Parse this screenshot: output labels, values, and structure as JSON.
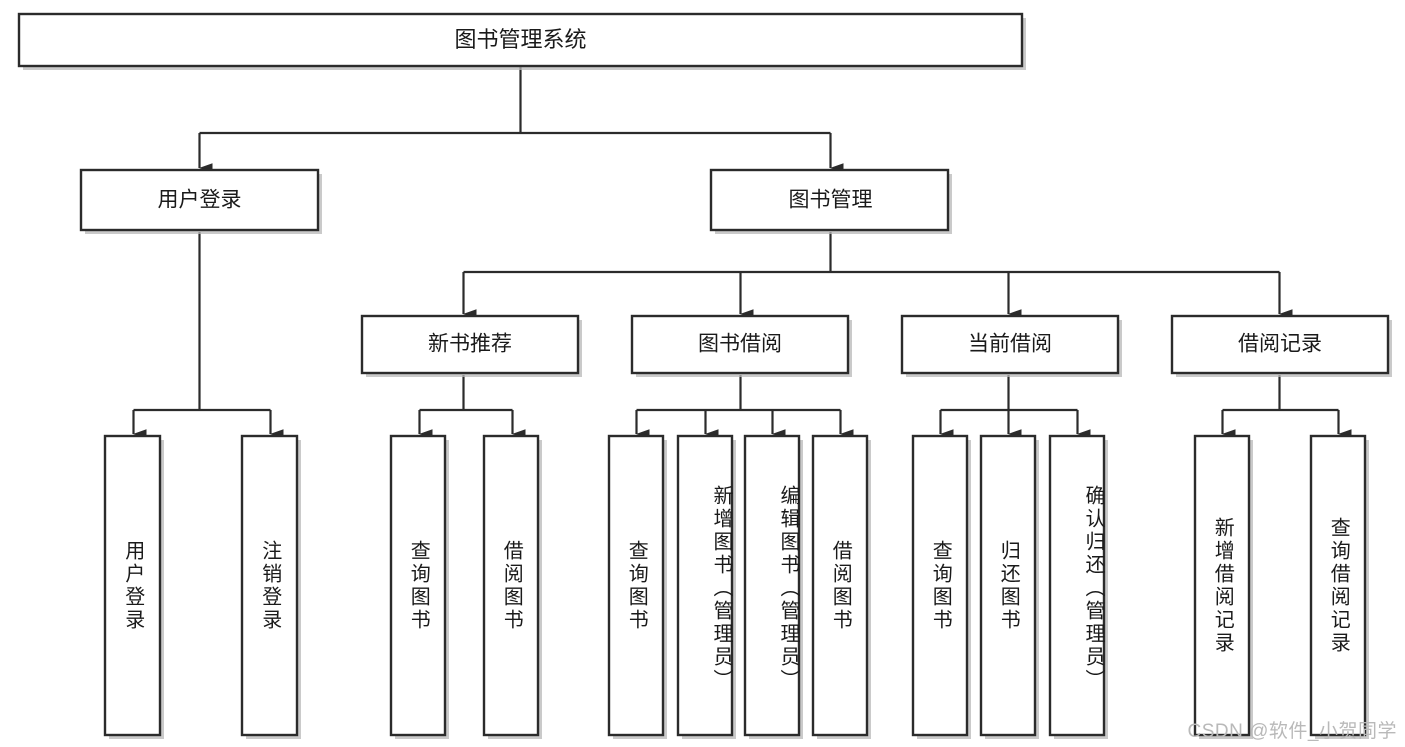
{
  "diagram": {
    "title": "图书管理系统",
    "type": "tree",
    "watermark": "CSDN @软件_小贺同学",
    "colors": {
      "box_stroke": "#2b2b2b",
      "box_fill": "#ffffff",
      "text": "#1a1a1a",
      "background": "#ffffff",
      "watermark": "#b9b9b9"
    },
    "nodes": {
      "root": {
        "label": "图书管理系统"
      },
      "level2": [
        {
          "id": "user-login",
          "label": "用户登录"
        },
        {
          "id": "book-manage",
          "label": "图书管理"
        }
      ],
      "level3": [
        {
          "id": "new-book-recommend",
          "label": "新书推荐"
        },
        {
          "id": "book-borrow",
          "label": "图书借阅"
        },
        {
          "id": "current-borrow",
          "label": "当前借阅"
        },
        {
          "id": "borrow-record",
          "label": "借阅记录"
        }
      ],
      "leaves": {
        "user-login": [
          {
            "id": "leaf-user-login",
            "label": "用户登录"
          },
          {
            "id": "leaf-logout",
            "label": "注销登录"
          }
        ],
        "new-book-recommend": [
          {
            "id": "leaf-query-book-1",
            "label": "查询图书"
          },
          {
            "id": "leaf-borrow-book-1",
            "label": "借阅图书"
          }
        ],
        "book-borrow": [
          {
            "id": "leaf-query-book-2",
            "label": "查询图书"
          },
          {
            "id": "leaf-add-book",
            "label": "新增图书（管理员）"
          },
          {
            "id": "leaf-edit-book",
            "label": "编辑图书（管理员）"
          },
          {
            "id": "leaf-borrow-book-2",
            "label": "借阅图书"
          }
        ],
        "current-borrow": [
          {
            "id": "leaf-query-book-3",
            "label": "查询图书"
          },
          {
            "id": "leaf-return-book",
            "label": "归还图书"
          },
          {
            "id": "leaf-confirm-return",
            "label": "确认归还（管理员）"
          }
        ],
        "borrow-record": [
          {
            "id": "leaf-add-record",
            "label": "新增借阅记录"
          },
          {
            "id": "leaf-query-record",
            "label": "查询借阅记录"
          }
        ]
      }
    }
  }
}
